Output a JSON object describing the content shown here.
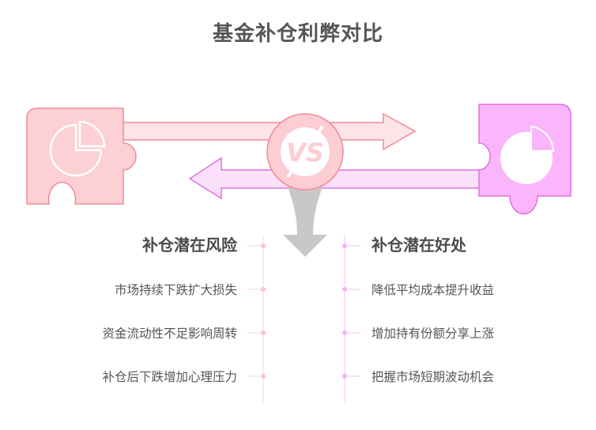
{
  "title": "基金补仓利弊对比",
  "center_icon": "vs-icon",
  "colors": {
    "risk": "#f08a98",
    "risk_fill": "#fdd0d3",
    "benefit": "#e070e0",
    "benefit_fill": "#fbb6fb",
    "arrow_gray": "#c8c8c8"
  },
  "risks": {
    "heading": "补仓潜在风险",
    "items": [
      "市场持续下跌扩大损失",
      "资金流动性不足影响周转",
      "补仓后下跌增加心理压力"
    ]
  },
  "benefits": {
    "heading": "补仓潜在好处",
    "items": [
      "降低平均成本提升收益",
      "增加持有份额分享上涨",
      "把握市场短期波动机会"
    ]
  }
}
